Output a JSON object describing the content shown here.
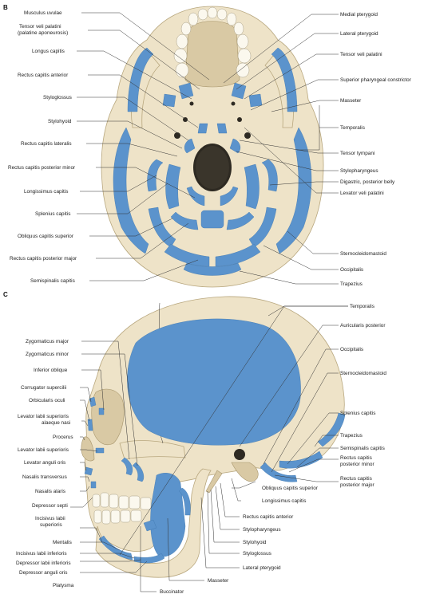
{
  "panels": {
    "b": "B",
    "c": "C"
  },
  "colors": {
    "muscle_attachment": "#5b93cc",
    "bone": "#eee3c8"
  },
  "panel_b_left_labels": [
    "Musculus uvulae",
    "Tensor veli palatini",
    "(palatine aponeurosis)",
    "Longus capitis",
    "Rectus capitis anterior",
    "Styloglossus",
    "Stylohyoid",
    "Rectus capitis lateralis",
    "Rectus capitis posterior minor",
    "Longissimus capitis",
    "Splenius capitis",
    "Obliquus capitis superior",
    "Rectus capitis posterior major",
    "Semispinalis capitis"
  ],
  "panel_b_right_labels": [
    "Medial pterygoid",
    "Lateral pterygoid",
    "Tensor veli palatini",
    "Superior pharyngeal constrictor",
    "Masseter",
    "Temporalis",
    "Tensor tympani",
    "Stylopharyngeus",
    "Digastric, posterior belly",
    "Levator veli palatini",
    "Sternocleidomastoid",
    "Occipitalis",
    "Trapezius"
  ],
  "panel_c_left_labels": [
    "Zygomaticus major",
    "Zygomaticus minor",
    "Inferior oblique",
    "Corrugator supercilii",
    "Orbicularis oculi",
    "Levator labii superioris",
    "alaeque nasi",
    "Procerus",
    "Levator labii superioris",
    "Levator anguli oris",
    "Nasalis transversus",
    "Nasalis alaris",
    "Depressor septi",
    "Incisivus labii",
    "superioris",
    "Mentalis",
    "Incisivus labii inferioris",
    "Depressor labii inferioris",
    "Depressor anguli oris",
    "Platysma"
  ],
  "panel_c_right_labels": [
    "Temporalis",
    "Auricularis posterior",
    "Occipitalis",
    "Sternocleidomastoid",
    "Splenius capitis",
    "Trapezius",
    "Semispinalis capitis",
    "Rectus capitis",
    "posterior minor",
    "Rectus capitis",
    "posterior major"
  ],
  "panel_c_bottom_labels": [
    "Obliquus capitis superior",
    "Longissimus capitis",
    "Rectus capitis anterior",
    "Stylopharyngeus",
    "Stylohyoid",
    "Styloglossus",
    "Lateral pterygoid",
    "Masseter",
    "Buccinator"
  ]
}
